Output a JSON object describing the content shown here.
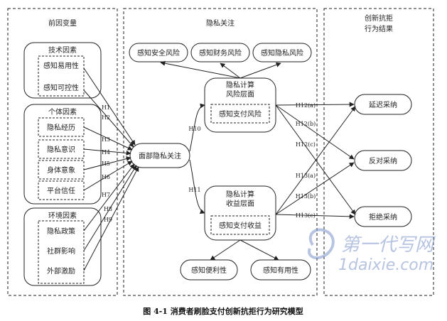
{
  "sections": {
    "antecedents_title": "前因变量",
    "privacy_title": "隐私关注",
    "outcome_title_line1": "创新抗拒",
    "outcome_title_line2": "行为结果"
  },
  "groups": {
    "tech": {
      "title": "技术因素",
      "items": [
        "感知易用性",
        "感知可控性"
      ]
    },
    "personal": {
      "title": "个体因素",
      "items": [
        "隐私经历",
        "隐私意识",
        "身体意象",
        "平台信任"
      ]
    },
    "env": {
      "title": "环境因素",
      "items": [
        "隐私政策",
        "社群影响",
        "外部激励"
      ]
    }
  },
  "center": {
    "label": "面部隐私关注"
  },
  "risk": {
    "line1": "隐私计算",
    "line2": "风险层面",
    "inner": "感知支付风险"
  },
  "benefit": {
    "line1": "隐私计算",
    "line2": "收益层面",
    "inner": "感知支付收益"
  },
  "risk_top": [
    "感知安全风险",
    "感知财务风险",
    "感知隐私风险"
  ],
  "benefit_bottom": [
    "感知便利性",
    "感知有用性"
  ],
  "outcomes": [
    "延迟采纳",
    "反对采纳",
    "拒绝采纳"
  ],
  "hyp": {
    "h1": "H1",
    "h2": "H2",
    "h3": "H3",
    "h4": "H4",
    "h5": "H5",
    "h6": "H6",
    "h7": "H7",
    "h8": "H8",
    "h9": "H9",
    "h10": "H10",
    "h11": "H11",
    "h12a": "H12(a)",
    "h12b": "H12(b)",
    "h12c": "H12(c)",
    "h13a": "H13(a)",
    "h13b": "H13(b)",
    "h13c": "H13(c)"
  },
  "watermark": {
    "line1": "第一代写网",
    "line2": "1daixie.com"
  },
  "caption": "图 4-1 消费者刷脸支付创新抗拒行为研究模型"
}
